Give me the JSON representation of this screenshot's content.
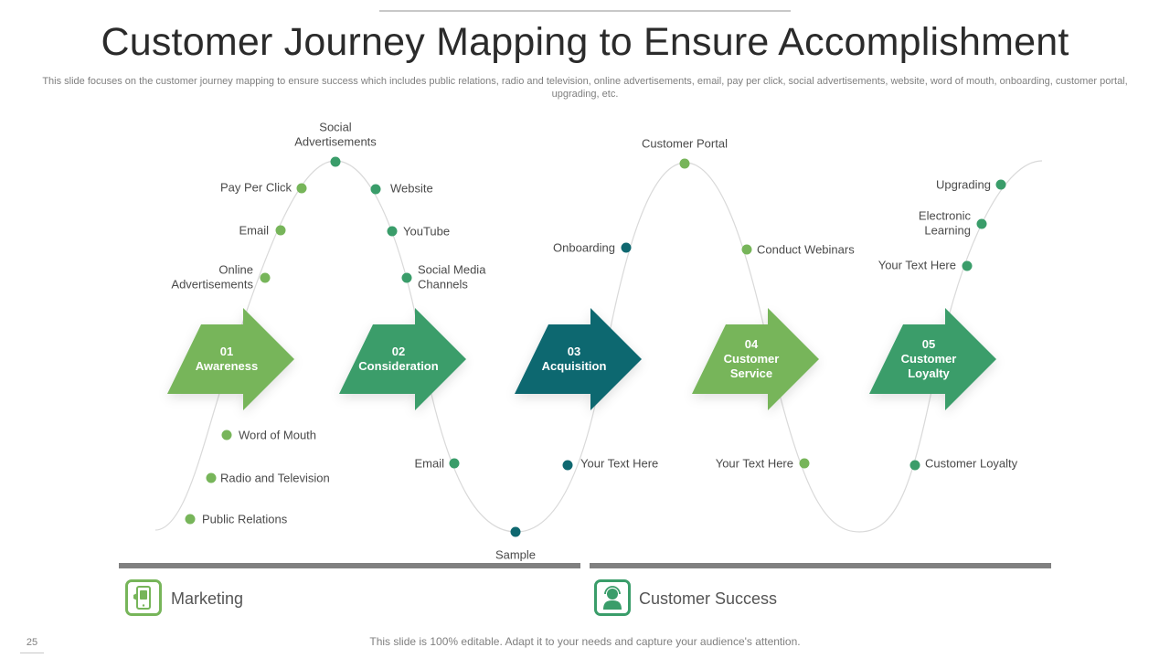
{
  "title": "Customer Journey Mapping to Ensure Accomplishment",
  "subtitle": "This slide focuses on the customer journey mapping to ensure success which includes public relations, radio and television, online advertisements, email, pay per click, social advertisements, website, word of mouth, onboarding, customer portal, upgrading, etc.",
  "stages": [
    {
      "number": "01",
      "lines": [
        "Awareness"
      ],
      "color": "#77b55a"
    },
    {
      "number": "02",
      "lines": [
        "Consideration"
      ],
      "color": "#3a9d6a"
    },
    {
      "number": "03",
      "lines": [
        "Acquisition"
      ],
      "color": "#0f6870"
    },
    {
      "number": "04",
      "lines": [
        "Customer",
        "Service"
      ],
      "color": "#77b55a"
    },
    {
      "number": "05",
      "lines": [
        "Customer",
        "Loyalty"
      ],
      "color": "#3a9d6a"
    }
  ],
  "touchpoints": [
    {
      "lines": [
        "Public Relations"
      ],
      "color": "#77b55a"
    },
    {
      "lines": [
        "Radio and Television"
      ],
      "color": "#77b55a"
    },
    {
      "lines": [
        "Word of Mouth"
      ],
      "color": "#77b55a"
    },
    {
      "lines": [
        "Online",
        "Advertisements"
      ],
      "color": "#77b55a"
    },
    {
      "lines": [
        "Email"
      ],
      "color": "#77b55a"
    },
    {
      "lines": [
        "Pay Per Click"
      ],
      "color": "#77b55a"
    },
    {
      "lines": [
        "Social",
        "Advertisements"
      ],
      "color": "#3a9d6a"
    },
    {
      "lines": [
        "Website"
      ],
      "color": "#3a9d6a"
    },
    {
      "lines": [
        "YouTube"
      ],
      "color": "#3a9d6a"
    },
    {
      "lines": [
        "Social Media",
        "Channels"
      ],
      "color": "#3a9d6a"
    },
    {
      "lines": [
        "Email"
      ],
      "color": "#3a9d6a"
    },
    {
      "lines": [
        "Sample"
      ],
      "color": "#0f6870"
    },
    {
      "lines": [
        "Your Text Here"
      ],
      "color": "#0f6870"
    },
    {
      "lines": [
        "Onboarding"
      ],
      "color": "#0f6870"
    },
    {
      "lines": [
        "Customer Portal"
      ],
      "color": "#77b55a"
    },
    {
      "lines": [
        "Conduct Webinars"
      ],
      "color": "#77b55a"
    },
    {
      "lines": [
        "Your Text Here"
      ],
      "color": "#77b55a"
    },
    {
      "lines": [
        "Customer Loyalty"
      ],
      "color": "#3a9d6a"
    },
    {
      "lines": [
        "Your Text Here"
      ],
      "color": "#3a9d6a"
    },
    {
      "lines": [
        "Electronic",
        "Learning"
      ],
      "color": "#3a9d6a"
    },
    {
      "lines": [
        "Upgrading"
      ],
      "color": "#3a9d6a"
    }
  ],
  "sections": {
    "marketing": {
      "label": "Marketing",
      "icon": "mobile-marketing-icon"
    },
    "customer_success": {
      "label": "Customer Success",
      "icon": "customer-support-agent-icon"
    }
  },
  "page_number": "25",
  "footer": "This slide is 100% editable. Adapt it to your needs and capture your audience's attention."
}
